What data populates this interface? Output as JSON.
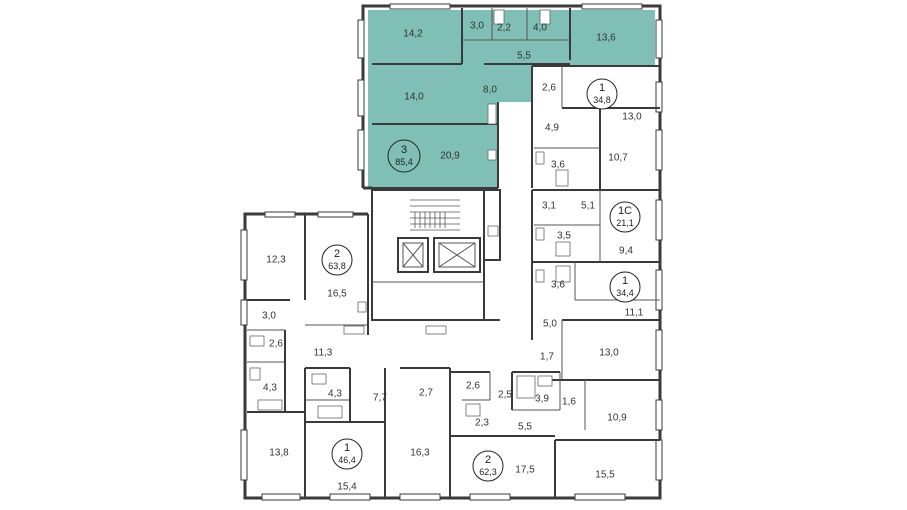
{
  "colors": {
    "highlight_fill": "#7fbfb6",
    "wall": "#3a3a3a",
    "background": "#ffffff"
  },
  "apartments": [
    {
      "id": "apt-3",
      "rooms_count": "3",
      "area": "85,4"
    },
    {
      "id": "apt-1-a",
      "rooms_count": "1",
      "area": "34,8"
    },
    {
      "id": "apt-1c",
      "rooms_count": "1С",
      "area": "21,1"
    },
    {
      "id": "apt-1-b",
      "rooms_count": "1",
      "area": "34,4"
    },
    {
      "id": "apt-2-a",
      "rooms_count": "2",
      "area": "63,8"
    },
    {
      "id": "apt-1-c",
      "rooms_count": "1",
      "area": "46,4"
    },
    {
      "id": "apt-2-b",
      "rooms_count": "2",
      "area": "62,3"
    }
  ],
  "room_areas": [
    "14,2",
    "3,0",
    "2,2",
    "4,0",
    "13,6",
    "5,5",
    "14,0",
    "8,0",
    "20,9",
    "2,6",
    "13,0",
    "4,9",
    "10,7",
    "3,6",
    "3,1",
    "5,1",
    "3,5",
    "9,4",
    "3,6",
    "11,1",
    "5,0",
    "1,7",
    "13,0",
    "3,9",
    "1,6",
    "10,9",
    "15,5",
    "12,3",
    "16,5",
    "3,0",
    "2,6",
    "11,3",
    "4,3",
    "4,3",
    "7,7",
    "2,7",
    "2,6",
    "2,5",
    "2,3",
    "5,5",
    "13,8",
    "15,4",
    "16,3",
    "17,5"
  ]
}
